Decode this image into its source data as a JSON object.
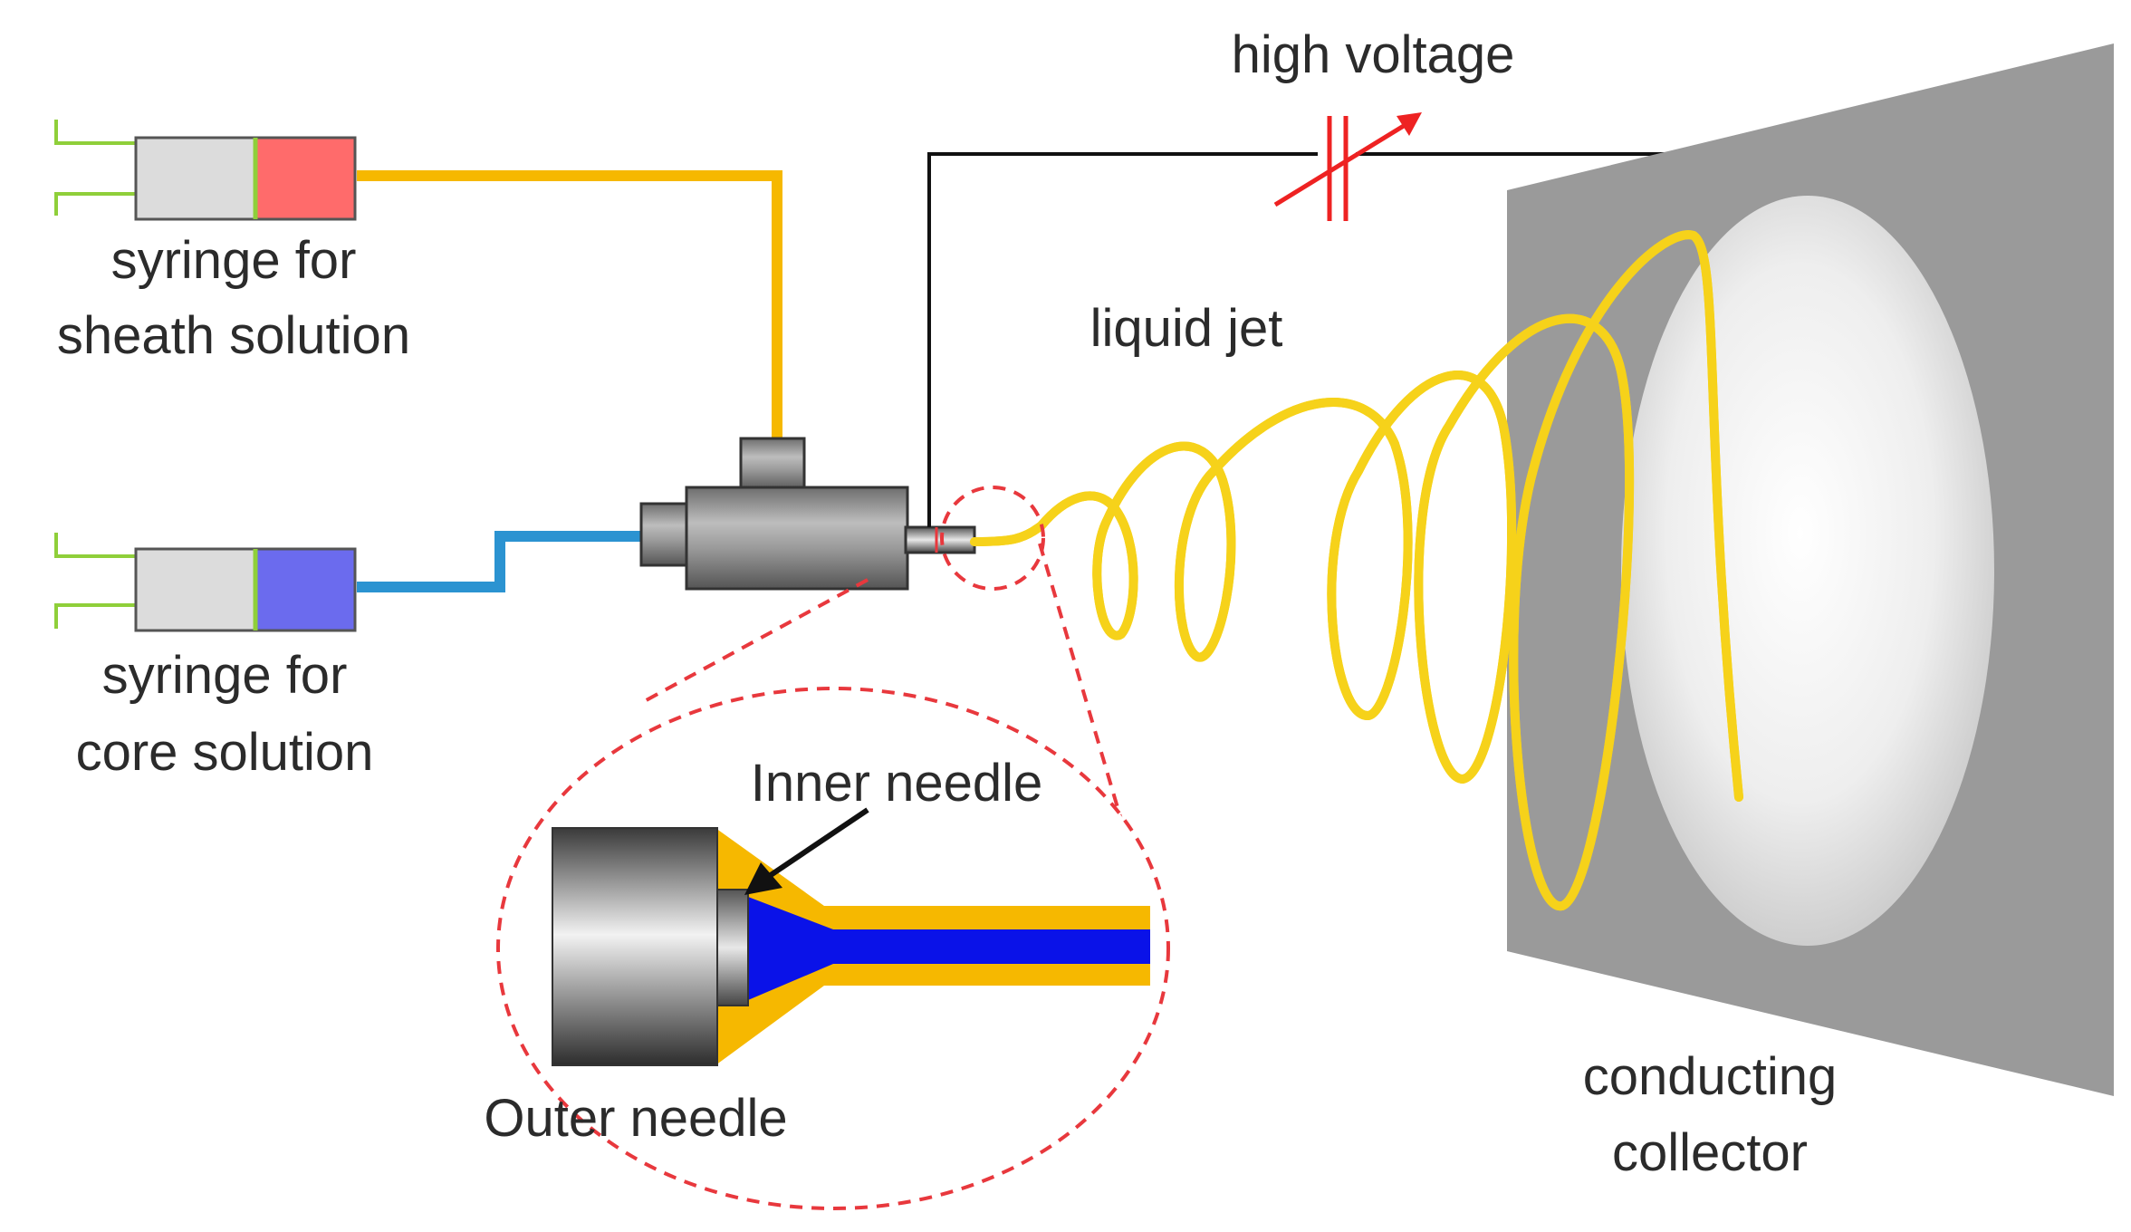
{
  "labels": {
    "high_voltage": "high voltage",
    "syringe_sheath_line1": "syringe for",
    "syringe_sheath_line2": "sheath solution",
    "syringe_core_line1": "syringe for",
    "syringe_core_line2": "core solution",
    "liquid_jet": "liquid jet",
    "inner_needle": "Inner needle",
    "outer_needle": "Outer needle",
    "collector_line1": "conducting",
    "collector_line2": "collector"
  },
  "colors": {
    "sheath_solution": "#ff6b6b",
    "core_solution": "#6b6bee",
    "sheath_line": "#f6b800",
    "core_line": "#2b93d1",
    "plunger": "#8fcf3a",
    "needle_gray": "#8a8a8a",
    "collector": "#9a9a9a",
    "dashed_callout": "#e8383d",
    "capacitor": "#ee2222",
    "core_fluid": "#0a12e8",
    "jet_core": "#1d6f8a",
    "jet_sheath": "#f6d21a"
  },
  "icons": {
    "capacitor": "variable-capacitor-icon",
    "arrow": "arrow-icon"
  }
}
